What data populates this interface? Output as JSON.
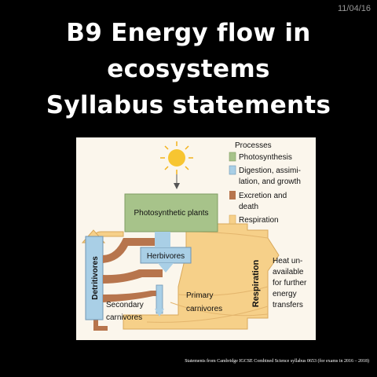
{
  "slide": {
    "date": "11/04/16",
    "title_line1": "B9 Energy flow in",
    "title_line2": "ecosystems",
    "title_line3": "Syllabus statements",
    "footer": "Statements from Cambridge IGCSE Combined Science syllabus 0653 (for exams in 2016 – 2018)"
  },
  "diagram": {
    "legend": {
      "heading": "Processes",
      "items": [
        {
          "lines": [
            "Photosynthesis"
          ],
          "color": "#a7c38a"
        },
        {
          "lines": [
            "Digestion, assimi-",
            "lation, and growth"
          ],
          "color": "#a9cfe6"
        },
        {
          "lines": [
            "Excretion and",
            "death"
          ],
          "color": "#b7754d"
        },
        {
          "lines": [
            "Respiration"
          ],
          "color": "#f6d089"
        }
      ]
    },
    "nodes": {
      "plants": "Photosynthetic plants",
      "herbivores": "Herbivores",
      "detritivores": "Detritivores",
      "respiration": "Respiration",
      "secondary_line1": "Secondary",
      "secondary_line2": "carnivores",
      "primary_line1": "Primary",
      "primary_line2": "carnivores"
    },
    "heat_text": [
      "Heat un-",
      "available",
      "for further",
      "energy",
      "transfers"
    ]
  }
}
